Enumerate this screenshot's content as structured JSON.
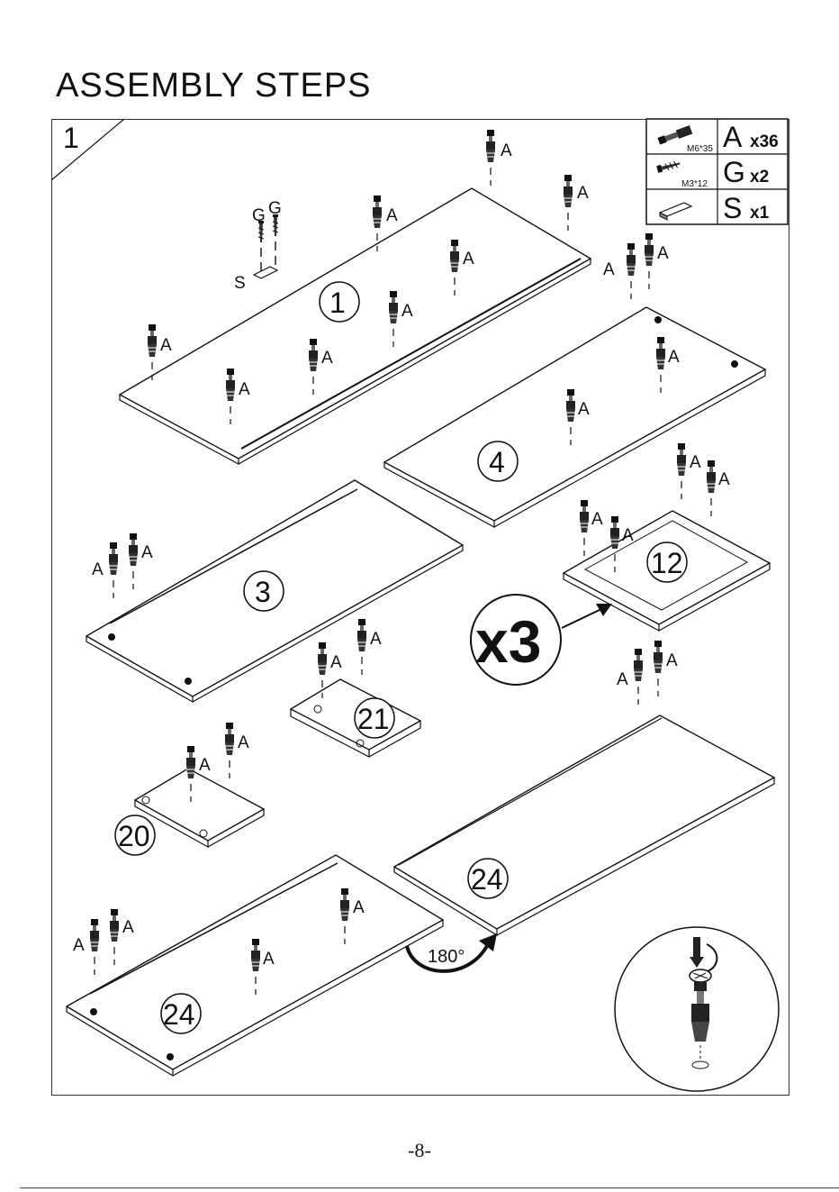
{
  "title": "ASSEMBLY STEPS",
  "step_number": "1",
  "page_number": "-8-",
  "legend": [
    {
      "spec": "M6*35",
      "code": "A",
      "qty": "x36",
      "icon": "cam-bolt-icon"
    },
    {
      "spec": "M3*12",
      "code": "G",
      "qty": "x2",
      "icon": "screw-icon"
    },
    {
      "spec": "",
      "code": "S",
      "qty": "x1",
      "icon": "shelf-support-icon"
    }
  ],
  "panels": {
    "p1": "1",
    "p4": "4",
    "p3": "3",
    "p12": "12",
    "p21": "21",
    "p20": "20",
    "p24a": "24",
    "p24b": "24"
  },
  "hardware_label_a": "A",
  "hardware_label_g": "G",
  "hardware_label_s": "S",
  "multiplier": "x3",
  "rotation": "180°"
}
